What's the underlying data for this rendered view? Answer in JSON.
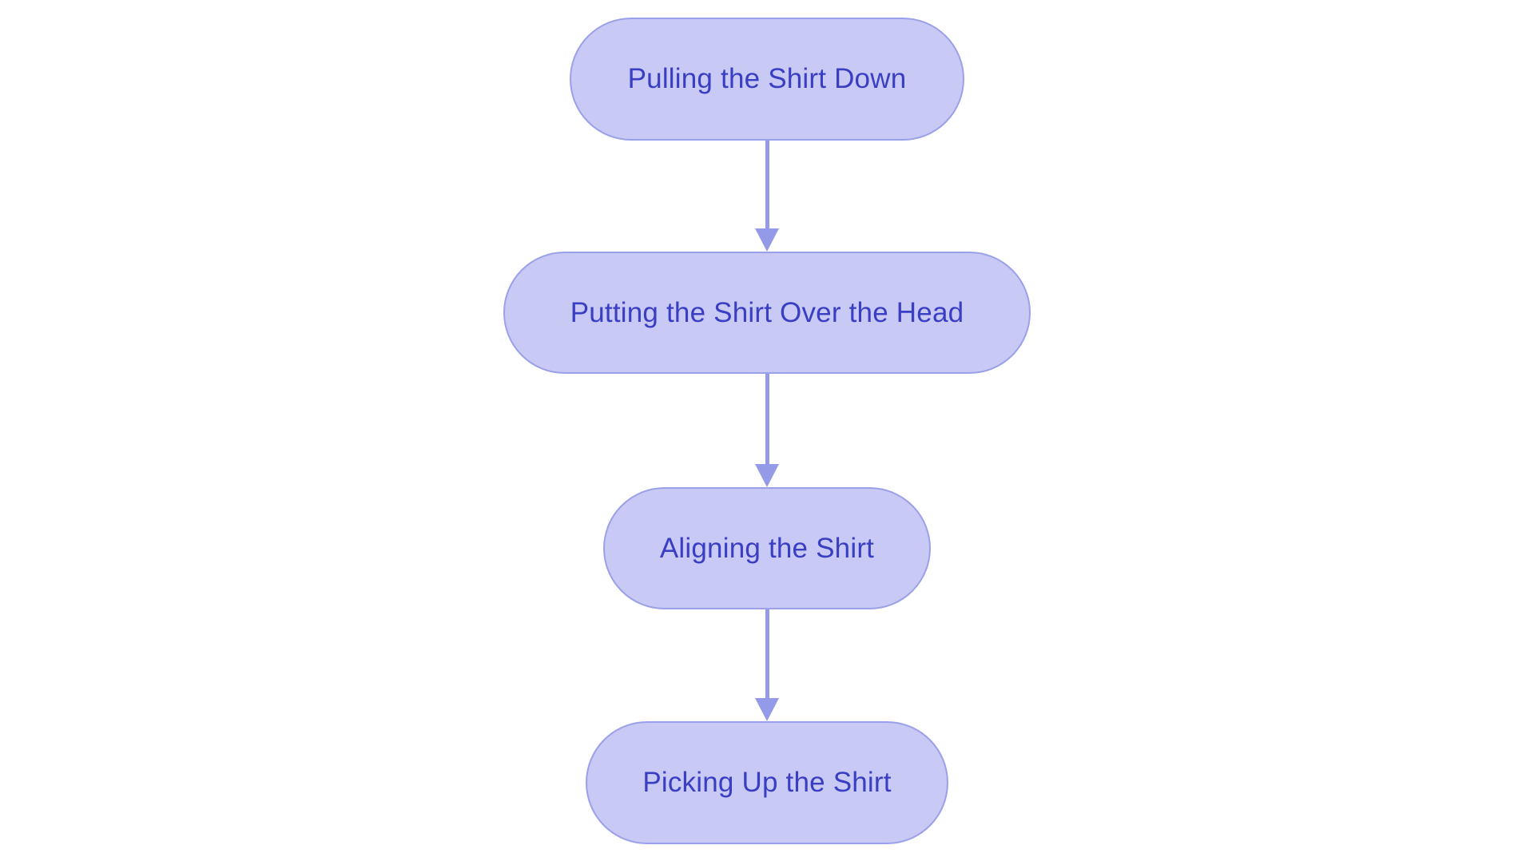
{
  "diagram": {
    "type": "flowchart",
    "direction": "top-down",
    "nodes": [
      {
        "id": "step-1",
        "label": "Pulling the Shirt Down"
      },
      {
        "id": "step-2",
        "label": "Putting the Shirt Over the Head"
      },
      {
        "id": "step-3",
        "label": "Aligning the Shirt"
      },
      {
        "id": "step-4",
        "label": "Picking Up the Shirt"
      }
    ],
    "edges": [
      {
        "from": "step-1",
        "to": "step-2",
        "style": "arrow-down"
      },
      {
        "from": "step-2",
        "to": "step-3",
        "style": "arrow-down"
      },
      {
        "from": "step-3",
        "to": "step-4",
        "style": "arrow-down"
      }
    ],
    "colors": {
      "node_fill": "#c8c9f5",
      "node_border": "#9ba1e8",
      "node_text": "#3a3ec3",
      "arrow": "#959ae8",
      "background": "#ffffff"
    }
  }
}
